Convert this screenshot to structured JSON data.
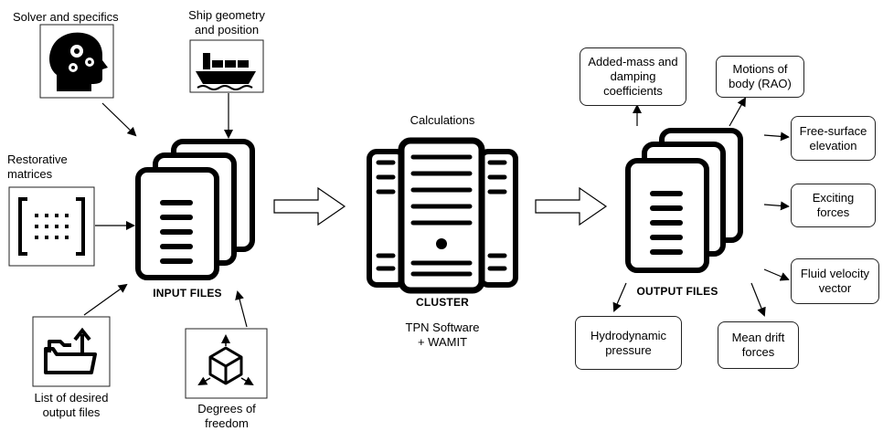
{
  "inputs": {
    "solver": "Solver and specifics",
    "geometry": "Ship geometry\nand position",
    "restorative": "Restorative\nmatrices",
    "output_list": "List of desired\noutput files",
    "dof": "Degrees of\nfreedom",
    "files_label": "INPUT FILES"
  },
  "cluster": {
    "calculations": "Calculations",
    "label": "CLUSTER",
    "software": "TPN Software\n+ WAMIT"
  },
  "outputs": {
    "files_label": "OUTPUT FILES",
    "added_mass": "Added-mass and\ndamping\ncoefficients",
    "motions": "Motions of\nbody (RAO)",
    "free_surface": "Free-surface\nelevation",
    "exciting": "Exciting\nforces",
    "fluid_velocity": "Fluid velocity\nvector",
    "mean_drift": "Mean drift\nforces",
    "hydro_pressure": "Hydrodynamic\npressure"
  }
}
